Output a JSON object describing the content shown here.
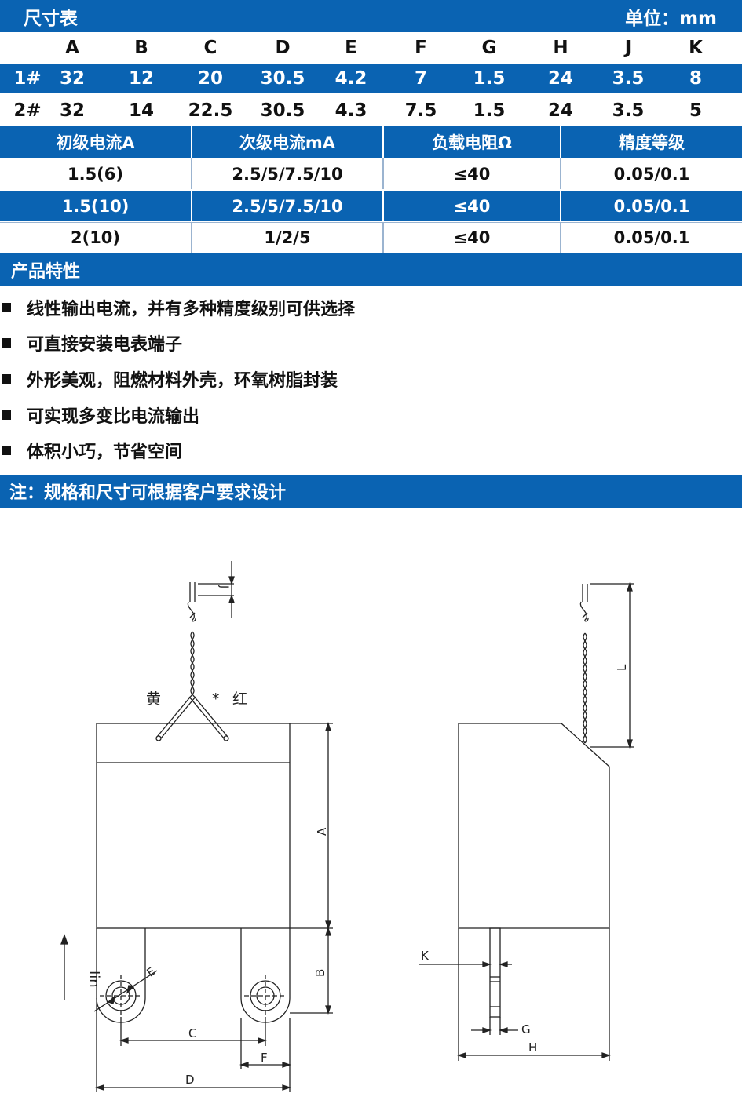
{
  "dimension_table": {
    "title": "尺寸表",
    "unit_label": "单位：mm",
    "columns": [
      "A",
      "B",
      "C",
      "D",
      "E",
      "F",
      "G",
      "H",
      "J",
      "K"
    ],
    "rows": [
      {
        "model": "1#",
        "values": [
          "32",
          "12",
          "20",
          "30.5",
          "4.2",
          "7",
          "1.5",
          "24",
          "3.5",
          "8"
        ]
      },
      {
        "model": "2#",
        "values": [
          "32",
          "14",
          "22.5",
          "30.5",
          "4.3",
          "7.5",
          "1.5",
          "24",
          "3.5",
          "5"
        ]
      }
    ]
  },
  "spec_table": {
    "headers": [
      "初级电流A",
      "次级电流mA",
      "负载电阻Ω",
      "精度等级"
    ],
    "rows": [
      [
        "1.5(6)",
        "2.5/5/7.5/10",
        "≤40",
        "0.05/0.1"
      ],
      [
        "1.5(10)",
        "2.5/5/7.5/10",
        "≤40",
        "0.05/0.1"
      ],
      [
        "2(10)",
        "1/2/5",
        "≤40",
        "0.05/0.1"
      ]
    ]
  },
  "features": {
    "title": "产品特性",
    "items": [
      "线性输出电流，并有多种精度级别可供选择",
      "可直接安装电表端子",
      "外形美观，阻燃材料外壳，环氧树脂封装",
      "可实现多变比电流输出",
      "体积小巧，节省空间"
    ]
  },
  "note": "注：规格和尺寸可根据客户要求设计",
  "drawing": {
    "wire_labels": {
      "yellow": "黄",
      "star": "*",
      "red": "红"
    },
    "dim_labels": {
      "A": "A",
      "B": "B",
      "C": "C",
      "D": "D",
      "E": "E",
      "F": "F",
      "G": "G",
      "H": "H",
      "J": "J",
      "K": "K",
      "L": "L"
    },
    "current_label": "Iin"
  },
  "colors": {
    "accent": "#0a63b2",
    "separator": "#9bb4d0"
  }
}
